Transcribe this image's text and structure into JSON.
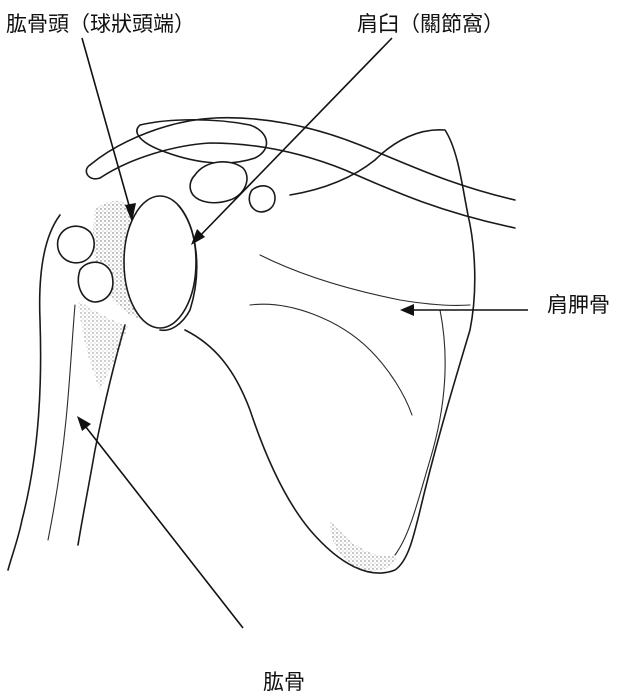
{
  "labels": {
    "humeral_head": "肱骨頭（球狀頭端）",
    "glenoid": "肩臼（關節窩）",
    "scapula": "肩胛骨",
    "humerus": "肱骨"
  },
  "colors": {
    "line": "#1a1a1a",
    "stipple": "#555555",
    "background": "#ffffff"
  }
}
